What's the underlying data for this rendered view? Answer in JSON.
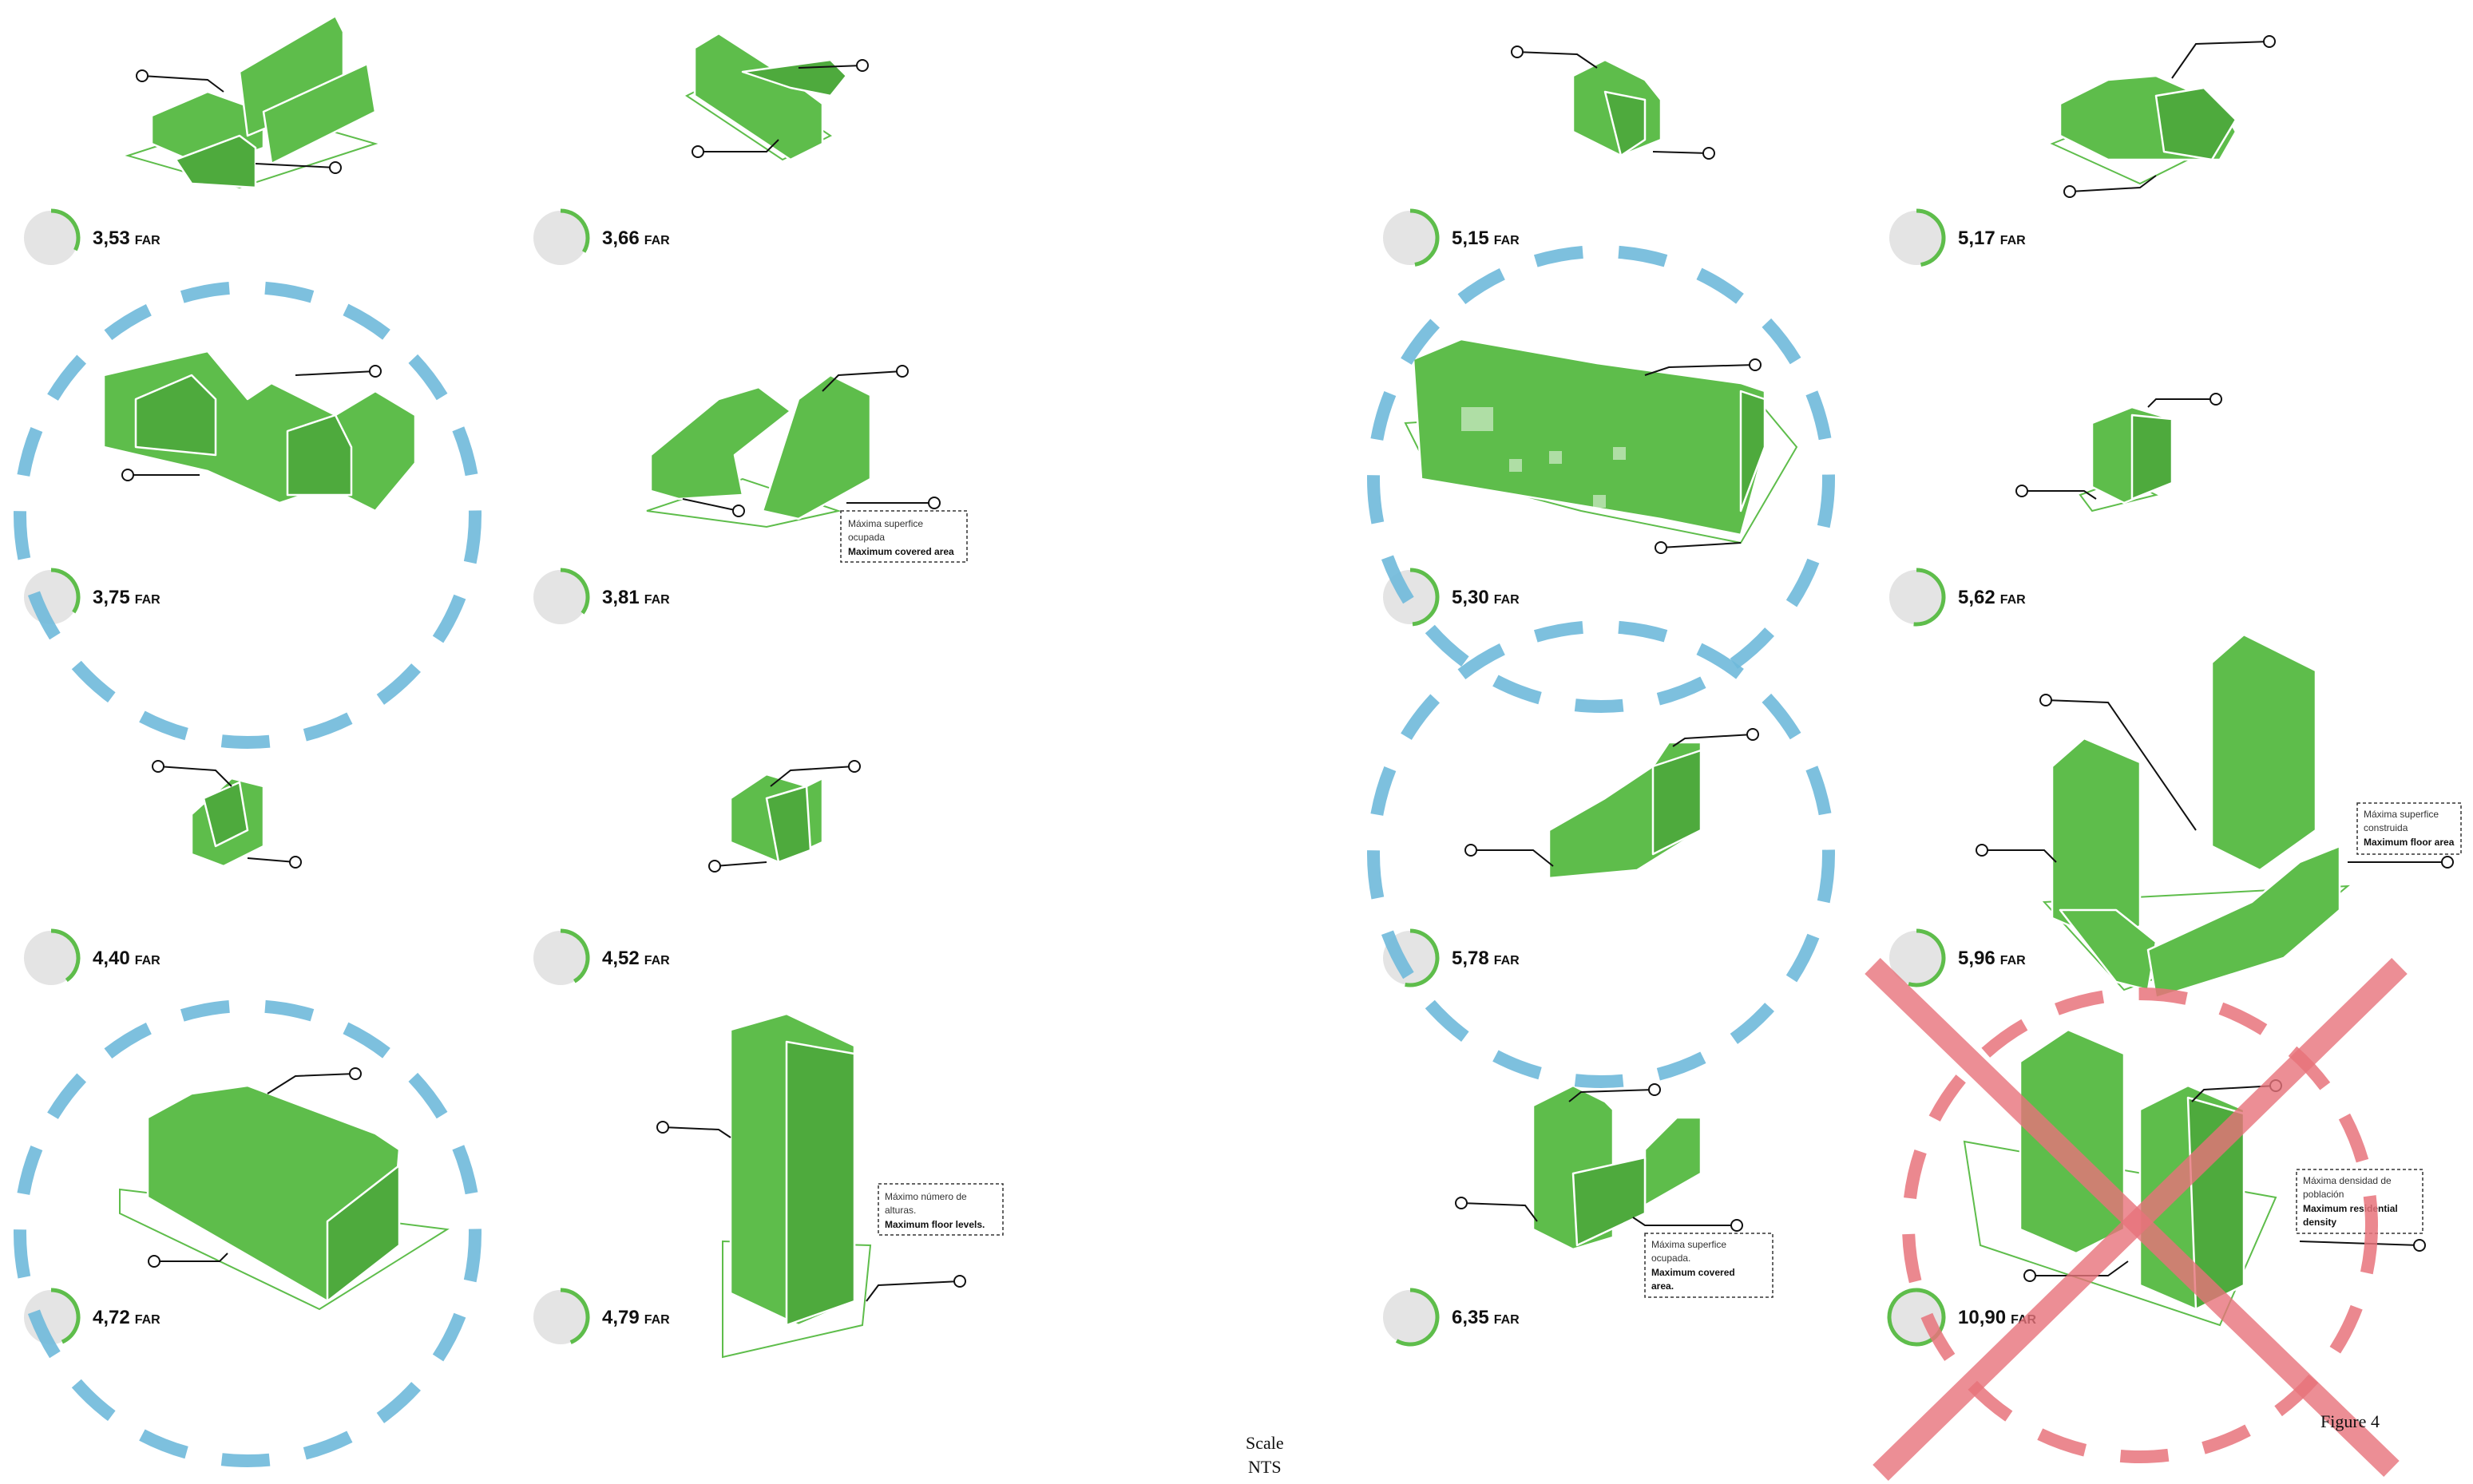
{
  "colors": {
    "building_green": "#5ebd4b",
    "gauge_grey": "#e4e4e4",
    "highlight_blue": "#6fb9da",
    "reject_red": "#e8737b"
  },
  "far_unit": "FAR",
  "projects": [
    {
      "far": "3,53",
      "ratio": 0.324
    },
    {
      "far": "3,66",
      "ratio": 0.336
    },
    {
      "far": "3,75",
      "ratio": 0.344
    },
    {
      "far": "3,81",
      "ratio": 0.35
    },
    {
      "far": "4,40",
      "ratio": 0.404
    },
    {
      "far": "4,52",
      "ratio": 0.415
    },
    {
      "far": "4,72",
      "ratio": 0.433
    },
    {
      "far": "4,79",
      "ratio": 0.439
    },
    {
      "far": "5,15",
      "ratio": 0.472
    },
    {
      "far": "5,17",
      "ratio": 0.474
    },
    {
      "far": "5,30",
      "ratio": 0.486
    },
    {
      "far": "5,62",
      "ratio": 0.516
    },
    {
      "far": "5,78",
      "ratio": 0.53
    },
    {
      "far": "5,96",
      "ratio": 0.547
    },
    {
      "far": "6,35",
      "ratio": 0.583
    },
    {
      "far": "10,90",
      "ratio": 1.0
    }
  ],
  "highlighted": [
    "3,75",
    "4,72",
    "5,30",
    "5,78"
  ],
  "rejected": [
    "10,90"
  ],
  "notes": {
    "covered_area_1": {
      "es_1": "Máxima superfice",
      "es_2": "ocupada",
      "en": "Maximum covered area"
    },
    "floor_levels": {
      "es_1": "Máximo número de",
      "es_2": "alturas.",
      "en": "Maximum floor levels."
    },
    "floor_area": {
      "es_1": "Máxima superfice",
      "es_2": "construida",
      "en": "Maximum floor area"
    },
    "covered_area_2": {
      "es_1": "Máxima superfice",
      "es_2": "ocupada.",
      "en_1": "Maximum covered",
      "en_2": "area."
    },
    "density": {
      "es_1": "Máxima densidad de",
      "es_2": "población",
      "en_1": "Maximum residential",
      "en_2": "density"
    }
  },
  "scale": {
    "line1": "Scale",
    "line2": "NTS"
  },
  "figure_label": "Figure 4"
}
